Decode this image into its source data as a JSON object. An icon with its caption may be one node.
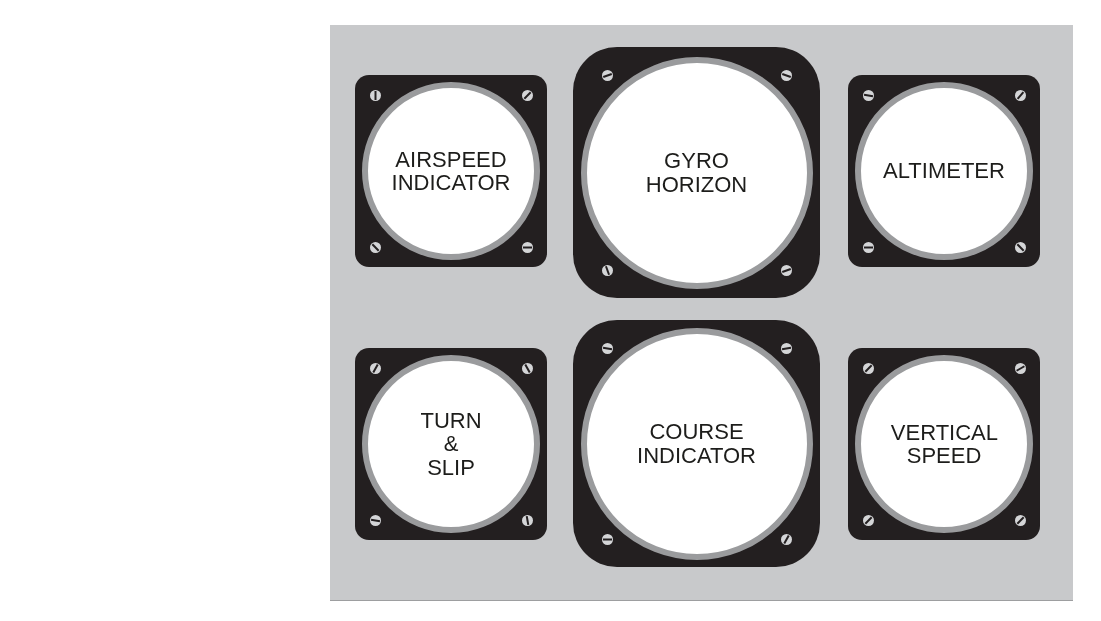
{
  "diagram": {
    "nodes": [
      {
        "text": [
          "AIRSPEED INDICATOR"
        ]
      },
      {
        "text": [
          "GYRO HORIZON"
        ]
      },
      {
        "text": [
          "ALTIMETER"
        ]
      },
      {
        "text": [
          "TURN & SLIP"
        ]
      },
      {
        "text": [
          "COURSE INDICATOR"
        ]
      },
      {
        "text": [
          "VERTICAL SPEED"
        ]
      }
    ]
  }
}
